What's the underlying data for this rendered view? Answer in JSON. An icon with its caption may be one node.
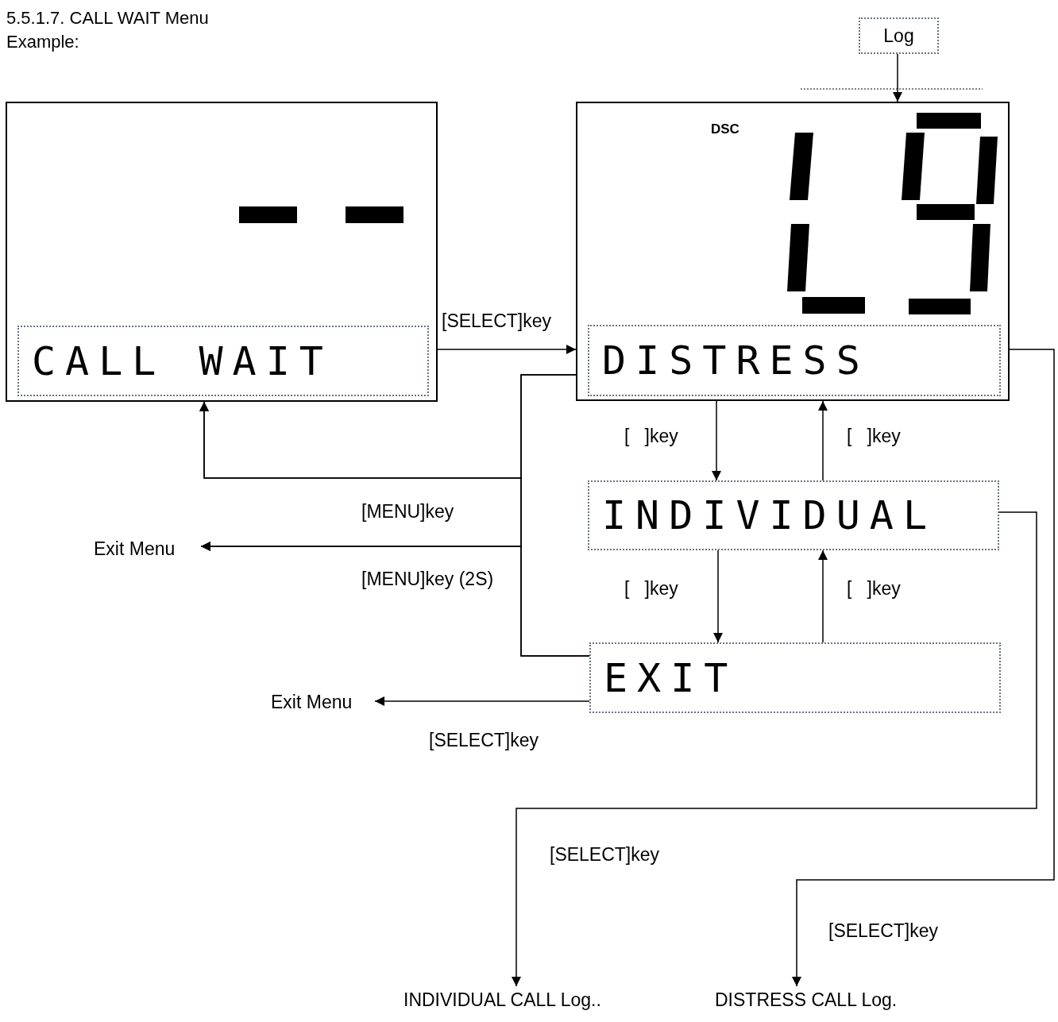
{
  "diagram": {
    "title": "5.5.1.7. CALL WAIT Menu",
    "nodes": [
      {
        "text": [],
        "shape": "box"
      },
      {
        "text": [
          "CALL WAIT"
        ],
        "in": 0
      },
      {
        "text": [
          "Log"
        ]
      },
      {
        "text": [
          "DSC"
        ]
      },
      {
        "text": [
          "DISTRESS"
        ],
        "in": 3
      },
      {
        "text": [
          "INDIVIDUAL"
        ]
      },
      {
        "text": [
          "EXIT"
        ]
      },
      {
        "text": [
          "Exit Menu"
        ]
      },
      {
        "text": [
          "Exit Menu"
        ]
      },
      {
        "text": [
          "INDIVIDUAL CALL Log.."
        ]
      },
      {
        "text": [
          "DISTRESS CALL Log."
        ]
      }
    ],
    "edges": [
      {
        "from": 0,
        "to": 3,
        "arrow": "to",
        "label": "[SELECT]key"
      },
      {
        "from": 2,
        "to": 3,
        "arrow": "to"
      },
      {
        "from": 3,
        "to": 5,
        "arrow": "to",
        "label": "[   ]key"
      },
      {
        "from": 5,
        "to": 3,
        "arrow": "to",
        "label": "[   ]key"
      },
      {
        "from": 5,
        "to": 6,
        "arrow": "to",
        "label": "[   ]key"
      },
      {
        "from": 6,
        "to": 5,
        "arrow": "to",
        "label": "[   ]key"
      },
      {
        "from": 3,
        "to": 0,
        "arrow": "to",
        "label": "[MENU]key"
      },
      {
        "from": 6,
        "to": 0,
        "arrow": "to"
      },
      {
        "from": 3,
        "to": 7,
        "arrow": "to",
        "label": "[MENU]key (2S)"
      },
      {
        "from": 6,
        "to": 7,
        "arrow": "to"
      },
      {
        "from": 6,
        "to": 8,
        "arrow": "to",
        "label": "[SELECT]key"
      },
      {
        "from": 5,
        "to": 9,
        "arrow": "to",
        "label": "[SELECT]key"
      },
      {
        "from": 4,
        "to": 10,
        "arrow": "to",
        "label": "[SELECT]key"
      }
    ],
    "labels": [
      "Example:"
    ]
  }
}
